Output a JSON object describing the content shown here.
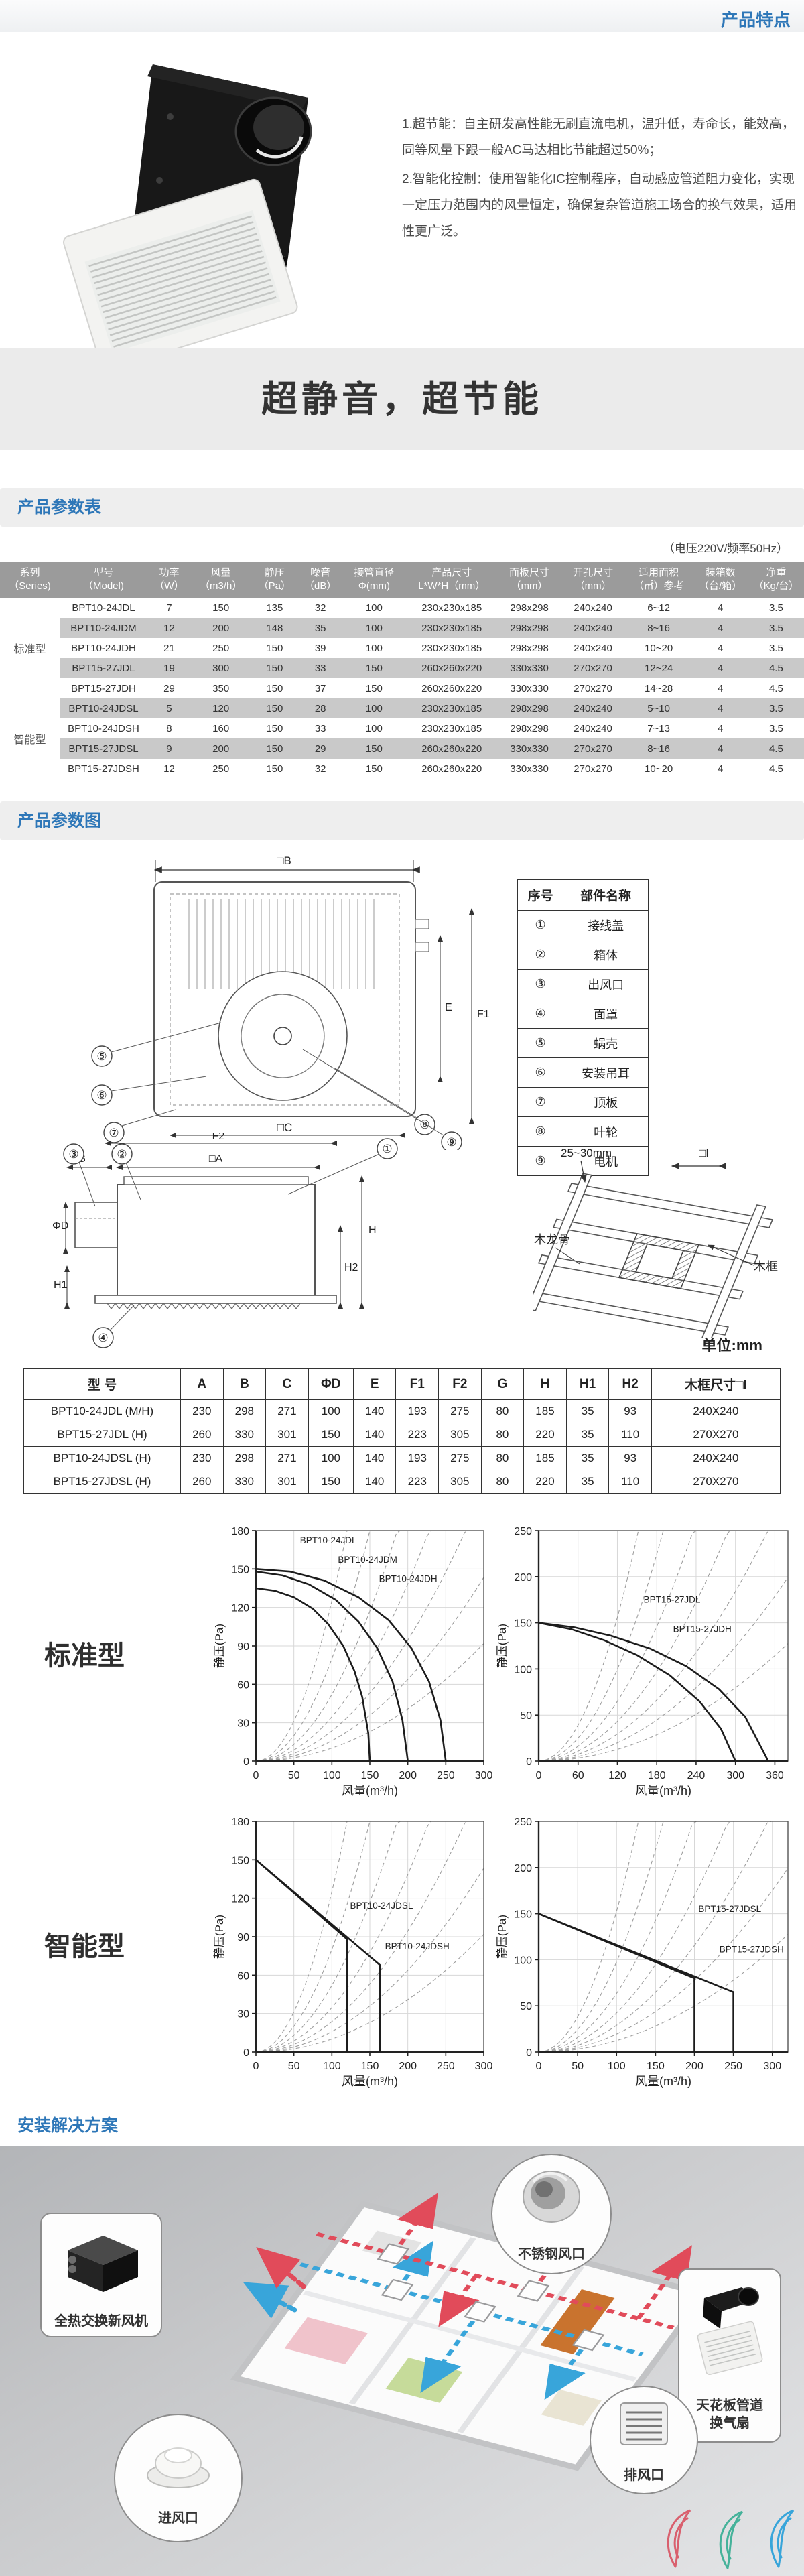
{
  "colors": {
    "accent_blue": "#2e77b8",
    "banner_bg": "#ebebeb",
    "table_header_bg": "#9b9b9b",
    "row_stripe": "#c9c9c9",
    "flow_red": "#e14b5a",
    "flow_blue": "#38a5da",
    "swirl_red": "#d9606e",
    "swirl_teal": "#45b29a",
    "swirl_blue": "#38a5da"
  },
  "top_bar": {
    "title": "产品特点"
  },
  "features": {
    "item1": "1.超节能：自主研发高性能无刷直流电机，温升低，寿命长，能效高，同等风量下跟一般AC马达相比节能超过50%；",
    "item2": "2.智能化控制：使用智能化IC控制程序，自动感应管道阻力变化，实现一定压力范围内的风量恒定，确保复杂管道施工场合的换气效果，适用性更广泛。"
  },
  "banner": {
    "text": "超静音，超节能"
  },
  "spec_section": {
    "header": "产品参数表",
    "note": "（电压220V/频率50Hz）",
    "col_headers": [
      [
        "系列",
        "（Series)"
      ],
      [
        "型号",
        "（Model)"
      ],
      [
        "功率",
        "（W）"
      ],
      [
        "风量",
        "（m3/h）"
      ],
      [
        "静压",
        "（Pa）"
      ],
      [
        "噪音",
        "（dB）"
      ],
      [
        "接管直径",
        "Φ(mm)"
      ],
      [
        "产品尺寸",
        "L*W*H（mm）"
      ],
      [
        "面板尺寸",
        "（mm）"
      ],
      [
        "开孔尺寸",
        "（mm）"
      ],
      [
        "适用面积",
        "（㎡）参考"
      ],
      [
        "装箱数",
        "（台/箱）"
      ],
      [
        "净重",
        "（Kg/台）"
      ]
    ],
    "groups": [
      {
        "series": "标准型",
        "rows": [
          [
            "BPT10-24JDL",
            "7",
            "150",
            "135",
            "32",
            "100",
            "230x230x185",
            "298x298",
            "240x240",
            "6~12",
            "4",
            "3.5"
          ],
          [
            "BPT10-24JDM",
            "12",
            "200",
            "148",
            "35",
            "100",
            "230x230x185",
            "298x298",
            "240x240",
            "8~16",
            "4",
            "3.5"
          ],
          [
            "BPT10-24JDH",
            "21",
            "250",
            "150",
            "39",
            "100",
            "230x230x185",
            "298x298",
            "240x240",
            "10~20",
            "4",
            "3.5"
          ],
          [
            "BPT15-27JDL",
            "19",
            "300",
            "150",
            "33",
            "150",
            "260x260x220",
            "330x330",
            "270x270",
            "12~24",
            "4",
            "4.5"
          ],
          [
            "BPT15-27JDH",
            "29",
            "350",
            "150",
            "37",
            "150",
            "260x260x220",
            "330x330",
            "270x270",
            "14~28",
            "4",
            "4.5"
          ]
        ]
      },
      {
        "series": "智能型",
        "rows": [
          [
            "BPT10-24JDSL",
            "5",
            "120",
            "150",
            "28",
            "100",
            "230x230x185",
            "298x298",
            "240x240",
            "5~10",
            "4",
            "3.5"
          ],
          [
            "BPT10-24JDSH",
            "8",
            "160",
            "150",
            "33",
            "100",
            "230x230x185",
            "298x298",
            "240x240",
            "7~13",
            "4",
            "3.5"
          ],
          [
            "BPT15-27JDSL",
            "9",
            "200",
            "150",
            "29",
            "150",
            "260x260x220",
            "330x330",
            "270x270",
            "8~16",
            "4",
            "4.5"
          ],
          [
            "BPT15-27JDSH",
            "12",
            "250",
            "150",
            "32",
            "150",
            "260x260x220",
            "330x330",
            "270x270",
            "10~20",
            "4",
            "4.5"
          ]
        ]
      }
    ]
  },
  "diagram_section": {
    "header": "产品参数图",
    "parts_table": {
      "headers": [
        "序号",
        "部件名称"
      ],
      "rows": [
        [
          "①",
          "接线盖"
        ],
        [
          "②",
          "箱体"
        ],
        [
          "③",
          "出风口"
        ],
        [
          "④",
          "面罩"
        ],
        [
          "⑤",
          "蜗壳"
        ],
        [
          "⑥",
          "安装吊耳"
        ],
        [
          "⑦",
          "顶板"
        ],
        [
          "⑧",
          "叶轮"
        ],
        [
          "⑨",
          "电机"
        ]
      ]
    },
    "labels": {
      "b": "□B",
      "c": "□C",
      "a": "□A",
      "e": "E",
      "f1": "F1",
      "f2": "F2",
      "g": "G",
      "phid": "ΦD",
      "h": "H",
      "h1": "H1",
      "h2": "H2",
      "n1": "①",
      "n2": "②",
      "n3": "③",
      "n4": "④",
      "n5": "⑤",
      "n6": "⑥",
      "n7": "⑦",
      "n8": "⑧",
      "n9": "⑨",
      "gap": "25~30mm",
      "i": "□I",
      "joist": "木龙骨",
      "frame": "木框"
    },
    "unit_note": "单位:mm",
    "dim_table": {
      "headers": [
        "型 号",
        "A",
        "B",
        "C",
        "ΦD",
        "E",
        "F1",
        "F2",
        "G",
        "H",
        "H1",
        "H2",
        "木框尺寸□I"
      ],
      "rows": [
        [
          "BPT10-24JDL (M/H)",
          "230",
          "298",
          "271",
          "100",
          "140",
          "193",
          "275",
          "80",
          "185",
          "35",
          "93",
          "240X240"
        ],
        [
          "BPT15-27JDL (H)",
          "260",
          "330",
          "301",
          "150",
          "140",
          "223",
          "305",
          "80",
          "220",
          "35",
          "110",
          "270X270"
        ],
        [
          "BPT10-24JDSL (H)",
          "230",
          "298",
          "271",
          "100",
          "140",
          "193",
          "275",
          "80",
          "185",
          "35",
          "93",
          "240X240"
        ],
        [
          "BPT15-27JDSL (H)",
          "260",
          "330",
          "301",
          "150",
          "140",
          "223",
          "305",
          "80",
          "220",
          "35",
          "110",
          "270X270"
        ]
      ]
    }
  },
  "charts_section": {
    "row1_label": "标准型",
    "row2_label": "智能型"
  },
  "chart_data": [
    {
      "type": "line",
      "group": "标准型",
      "xlabel": "风量(m³/h)",
      "ylabel": "静压(Pa)",
      "xlim": [
        0,
        300
      ],
      "ylim": [
        0,
        180
      ],
      "xticks": [
        0,
        50,
        100,
        150,
        200,
        250,
        300
      ],
      "yticks": [
        0,
        30,
        60,
        90,
        120,
        150,
        180
      ],
      "grid": true,
      "resistance_fan": true,
      "series": [
        {
          "name": "BPT10-24JDL",
          "label_at": [
            58,
            170
          ],
          "points": [
            [
              0,
              135
            ],
            [
              25,
              133
            ],
            [
              50,
              128
            ],
            [
              75,
              119
            ],
            [
              95,
              107
            ],
            [
              115,
              90
            ],
            [
              130,
              70
            ],
            [
              140,
              50
            ],
            [
              148,
              22
            ],
            [
              150,
              0
            ]
          ]
        },
        {
          "name": "BPT10-24JDM",
          "label_at": [
            108,
            155
          ],
          "points": [
            [
              0,
              148
            ],
            [
              35,
              145
            ],
            [
              70,
              138
            ],
            [
              105,
              126
            ],
            [
              135,
              109
            ],
            [
              160,
              88
            ],
            [
              180,
              62
            ],
            [
              193,
              32
            ],
            [
              200,
              0
            ]
          ]
        },
        {
          "name": "BPT10-24JDH",
          "label_at": [
            162,
            140
          ],
          "points": [
            [
              0,
              150
            ],
            [
              45,
              148
            ],
            [
              90,
              141
            ],
            [
              135,
              128
            ],
            [
              175,
              110
            ],
            [
              205,
              88
            ],
            [
              228,
              62
            ],
            [
              243,
              32
            ],
            [
              250,
              0
            ]
          ]
        }
      ]
    },
    {
      "type": "line",
      "group": "标准型",
      "xlabel": "风量(m³/h)",
      "ylabel": "静压(Pa)",
      "xlim": [
        0,
        380
      ],
      "ylim": [
        0,
        250
      ],
      "xticks": [
        0,
        60,
        120,
        180,
        240,
        300,
        360
      ],
      "yticks": [
        0,
        50,
        100,
        150,
        200,
        250
      ],
      "grid": true,
      "resistance_fan": true,
      "series": [
        {
          "name": "BPT15-27JDL",
          "label_at": [
            160,
            172
          ],
          "points": [
            [
              0,
              150
            ],
            [
              50,
              143
            ],
            [
              100,
              131
            ],
            [
              150,
              115
            ],
            [
              200,
              93
            ],
            [
              245,
              65
            ],
            [
              278,
              35
            ],
            [
              300,
              0
            ]
          ]
        },
        {
          "name": "BPT15-27JDH",
          "label_at": [
            205,
            140
          ],
          "points": [
            [
              0,
              150
            ],
            [
              55,
              145
            ],
            [
              110,
              136
            ],
            [
              170,
              122
            ],
            [
              225,
              103
            ],
            [
              275,
              78
            ],
            [
              315,
              48
            ],
            [
              350,
              0
            ]
          ]
        }
      ]
    },
    {
      "type": "line",
      "group": "智能型",
      "xlabel": "风量(m³/h)",
      "ylabel": "静压(Pa)",
      "xlim": [
        0,
        300
      ],
      "ylim": [
        0,
        180
      ],
      "xticks": [
        0,
        50,
        100,
        150,
        200,
        250,
        300
      ],
      "yticks": [
        0,
        30,
        60,
        90,
        120,
        150,
        180
      ],
      "grid": true,
      "resistance_fan": true,
      "series": [
        {
          "name": "BPT10-24JDSL",
          "label_at": [
            124,
            112
          ],
          "points": [
            [
              0,
              150
            ],
            [
              120,
              88
            ],
            [
              120,
              0
            ]
          ]
        },
        {
          "name": "BPT10-24JDSH",
          "label_at": [
            170,
            80
          ],
          "points": [
            [
              0,
              150
            ],
            [
              163,
              68
            ],
            [
              163,
              0
            ]
          ]
        }
      ]
    },
    {
      "type": "line",
      "group": "智能型",
      "xlabel": "风量(m³/h)",
      "ylabel": "静压(Pa)",
      "xlim": [
        0,
        320
      ],
      "ylim": [
        0,
        250
      ],
      "xticks": [
        0,
        50,
        100,
        150,
        200,
        250,
        300
      ],
      "yticks": [
        0,
        50,
        100,
        150,
        200,
        250
      ],
      "grid": true,
      "resistance_fan": true,
      "series": [
        {
          "name": "BPT15-27JDSL",
          "label_at": [
            205,
            152
          ],
          "points": [
            [
              0,
              150
            ],
            [
              200,
              80
            ],
            [
              200,
              0
            ]
          ]
        },
        {
          "name": "BPT15-27JDSH",
          "label_at": [
            232,
            108
          ],
          "points": [
            [
              0,
              150
            ],
            [
              250,
              65
            ],
            [
              250,
              0
            ]
          ]
        }
      ]
    }
  ],
  "install_section": {
    "header": "安装解决方案",
    "callout_erv": "全热交换新风机",
    "callout_steel": "不锈钢风口",
    "callout_ceiling_1": "天花板管道",
    "callout_ceiling_2": "换气扇",
    "callout_inlet": "进风口",
    "callout_outlet": "排风口"
  }
}
